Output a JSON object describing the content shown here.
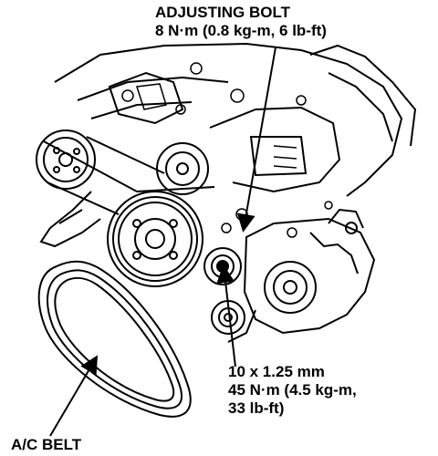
{
  "labels": {
    "adjusting_bolt": {
      "title": "ADJUSTING BOLT",
      "torque": "8 N·m (0.8 kg-m, 6 lb-ft)"
    },
    "mount_bolt": {
      "size": "10 x 1.25 mm",
      "torque_line1": "45 N·m (4.5 kg-m,",
      "torque_line2": "33 lb-ft)"
    },
    "belt": {
      "name": "A/C BELT"
    }
  },
  "colors": {
    "ink": "#000000",
    "paper": "#ffffff"
  }
}
